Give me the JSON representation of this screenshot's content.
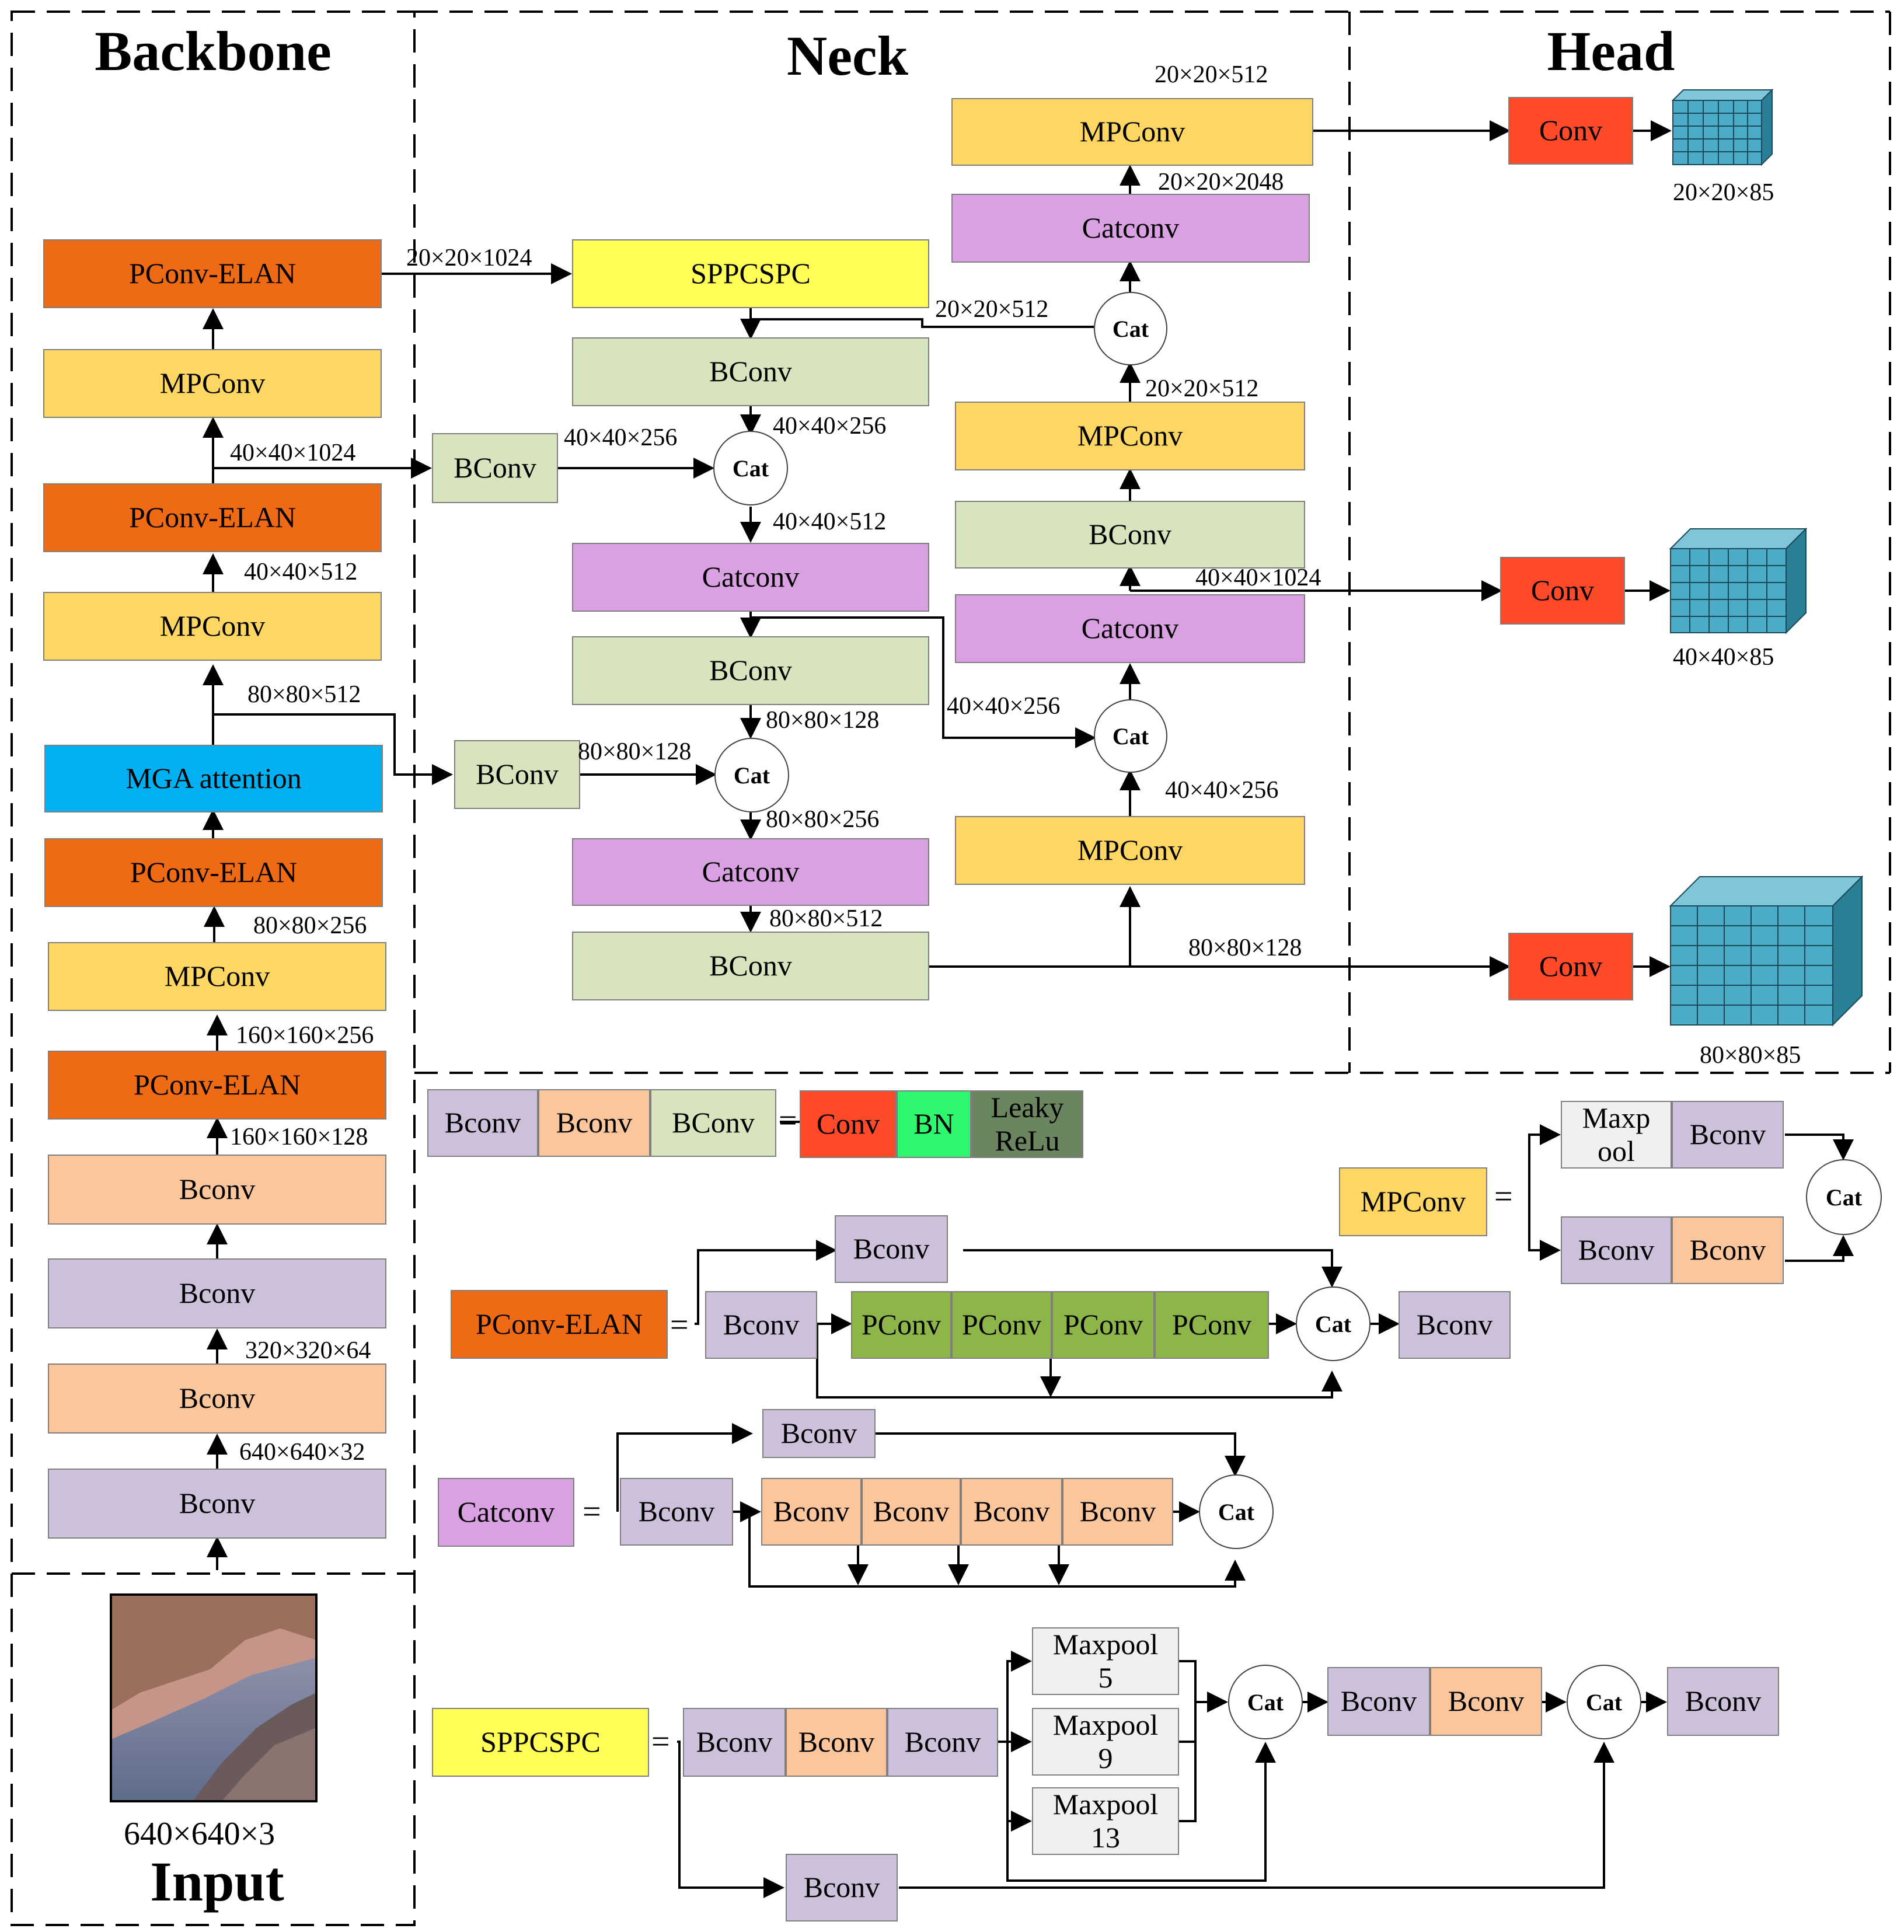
{
  "sections": {
    "backbone": "Backbone",
    "neck": "Neck",
    "head": "Head",
    "input": "Input"
  },
  "input_image": {
    "label": "640×640×3"
  },
  "colors": {
    "pconv_elan": "#ee6a14",
    "mpconv": "#fdd663",
    "bconv_purple": "#ccc0da",
    "bconv_peach": "#fbc69c",
    "bconv_green": "#d8e4bd",
    "catconv": "#d9a0e2",
    "sppcspc": "#ffff57",
    "conv_red": "#fe4a28",
    "bn_green": "#2ff86e",
    "leaky_relu": "#6a8560",
    "mga_attention": "#00b0f0",
    "pconv_green": "#8db54a",
    "maxpool_gray": "#f0f0f0",
    "cube": "#4cabc7"
  },
  "backbone": {
    "b1": "Bconv",
    "b2": "Bconv",
    "b3": "Bconv",
    "b4": "Bconv",
    "elan1": "PConv-ELAN",
    "mp1": "MPConv",
    "elan2": "PConv-ELAN",
    "mga": "MGA attention",
    "mp2": "MPConv",
    "elan3": "PConv-ELAN",
    "mp3": "MPConv",
    "elan4": "PConv-ELAN",
    "dims": {
      "d640x32": "640×640×32",
      "d320x64": "320×320×64",
      "d160x128": "160×160×128",
      "d160x256": "160×160×256",
      "d80x256": "80×80×256",
      "d80x512": "80×80×512",
      "d40x512": "40×40×512",
      "d40x1024": "40×40×1024",
      "d20x1024": "20×20×1024"
    }
  },
  "neck": {
    "sppcspc": "SPPCSPC",
    "bconv_a": "BConv",
    "bconv_side1": "BConv",
    "cat1": "Cat",
    "catconv1": "Catconv",
    "bconv_b": "BConv",
    "bconv_side2": "BConv",
    "cat2": "Cat",
    "catconv2": "Catconv",
    "bconv_c": "BConv",
    "mpconv_r1": "MPConv",
    "cat3": "Cat",
    "catconv_r1": "Catconv",
    "bconv_r": "BConv",
    "mpconv_r2": "MPConv",
    "cat4": "Cat",
    "catconv_r2": "Catconv",
    "mpconv_r3": "MPConv",
    "dims": {
      "n40x256_a": "40×40×256",
      "n40x256_b": "40×40×256",
      "n40x512": "40×40×512",
      "n80x128_a": "80×80×128",
      "n80x128_b": "80×80×128",
      "n80x256": "80×80×256",
      "n80x512": "80×80×512",
      "n80x128_c": "80×80×128",
      "n40x256_c": "40×40×256",
      "n40x256_d": "40×40×256",
      "n40x1024": "40×40×1024",
      "n20x512_a": "20×20×512",
      "n20x512_b": "20×20×512",
      "n20x2048": "20×20×2048",
      "n20x512_c": "20×20×512"
    }
  },
  "head": {
    "conv1": "Conv",
    "conv2": "Conv",
    "conv3": "Conv",
    "out1": "20×20×85",
    "out2": "40×40×85",
    "out3": "80×80×85"
  },
  "legend": {
    "bconv_def": {
      "b1": "Bconv",
      "b2": "Bconv",
      "b3": "BConv",
      "eq": "=",
      "conv": "Conv",
      "bn": "BN",
      "leaky": "Leaky\nReLu"
    },
    "mpconv_def": {
      "name": "MPConv",
      "eq": "=",
      "maxpool": "Maxp\nool",
      "bconv_top": "Bconv",
      "bconv_b1": "Bconv",
      "bconv_b2": "Bconv",
      "cat": "Cat"
    },
    "elan_def": {
      "name": "PConv-ELAN",
      "eq": "=",
      "bconv_in": "Bconv",
      "bconv_top": "Bconv",
      "p1": "PConv",
      "p2": "PConv",
      "p3": "PConv",
      "p4": "PConv",
      "cat": "Cat",
      "bconv_out": "Bconv"
    },
    "catconv_def": {
      "name": "Catconv",
      "eq": "=",
      "bconv_in": "Bconv",
      "bconv_top": "Bconv",
      "b1": "Bconv",
      "b2": "Bconv",
      "b3": "Bconv",
      "b4": "Bconv",
      "cat": "Cat"
    },
    "spp_def": {
      "name": "SPPCSPC",
      "eq": "=",
      "b1": "Bconv",
      "b2": "Bconv",
      "b3": "Bconv",
      "mp5": "Maxpool\n5",
      "mp9": "Maxpool\n9",
      "mp13": "Maxpool\n13",
      "cat1": "Cat",
      "b4": "Bconv",
      "b5": "Bconv",
      "cat2": "Cat",
      "b_out": "Bconv",
      "b_bottom": "Bconv"
    }
  }
}
